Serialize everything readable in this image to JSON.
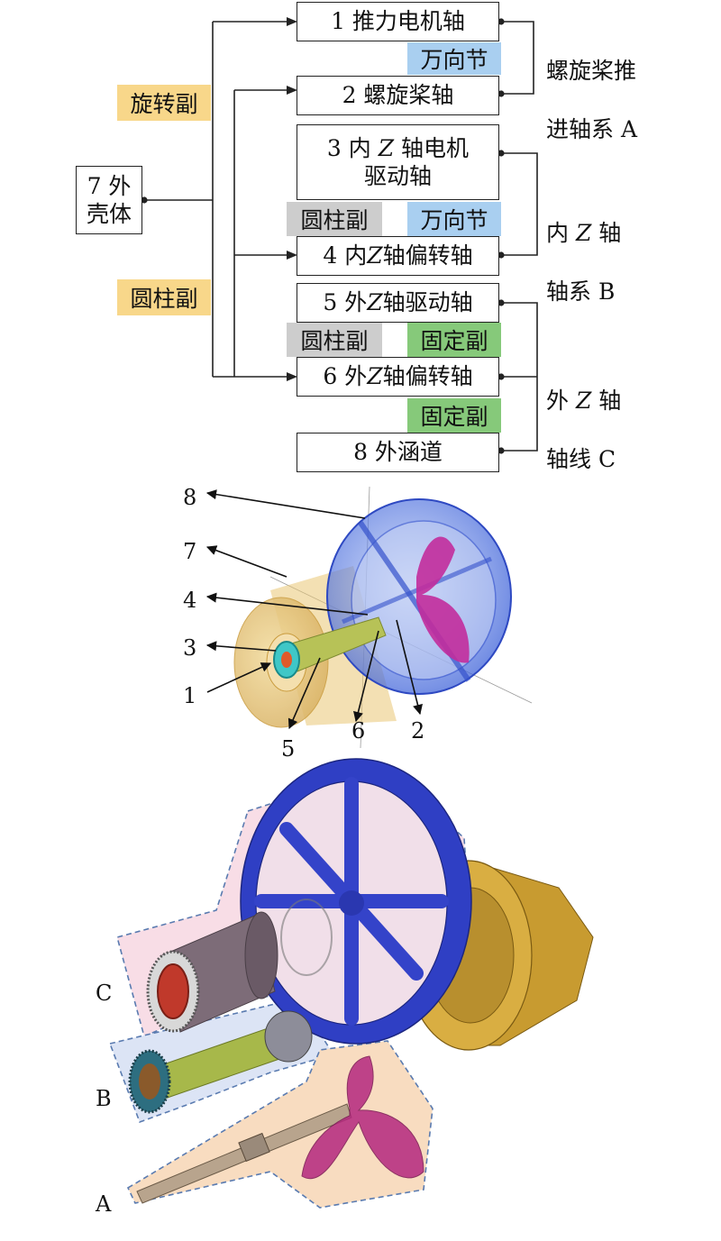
{
  "colors": {
    "rotation": "#f8d78a",
    "cylinder": "#cdcdcd",
    "ujoint": "#a9cff0",
    "fixed": "#86c97a",
    "duct_blue": "#3443c9",
    "housing_gold": "#d2a437",
    "propeller_magenta": "#b5287f",
    "shaft_green": "#a7b84a",
    "pink_region": "#f7dde6",
    "peach_region": "#f8dcc0",
    "blue_region": "#dce4f5",
    "dashed_outline": "#5a7bb0"
  },
  "diagram": {
    "nodes": {
      "n1": "1 推力电机轴",
      "n2": "2 螺旋桨轴",
      "n3a": "3 内 ",
      "n3z": "Z",
      "n3b": " 轴电机",
      "n3c": "驱动轴",
      "n4a": "4 内 ",
      "n4z": "Z",
      "n4b": " 轴偏转轴",
      "n5a": "5 外 ",
      "n5z": "Z",
      "n5b": " 轴驱动轴",
      "n6a": "6 外 ",
      "n6z": "Z",
      "n6b": " 轴偏转轴",
      "n7a": "7 外",
      "n7b": "壳体",
      "n8": "8 外涵道"
    },
    "joints": {
      "rotation": "旋转副",
      "cylinder_left": "圆柱副",
      "ujoint_a": "万向节",
      "cylinder_b": "圆柱副",
      "ujoint_b": "万向节",
      "cylinder_c": "圆柱副",
      "fixed_1": "固定副",
      "fixed_2": "固定副"
    },
    "groups": {
      "A_l1": "螺旋桨推",
      "A_l2": "进轴系 A",
      "B_l1a": "内 ",
      "B_l1z": "Z",
      "B_l1b": " 轴",
      "B_l2": "轴系 B",
      "C_l1a": "外 ",
      "C_l1z": "Z",
      "C_l1b": " 轴",
      "C_l2": "轴线 C"
    }
  },
  "figure_mid": {
    "labels": [
      "8",
      "7",
      "4",
      "3",
      "1",
      "5",
      "6",
      "2"
    ]
  },
  "figure_bottom": {
    "labels": [
      "C",
      "B",
      "A"
    ]
  }
}
